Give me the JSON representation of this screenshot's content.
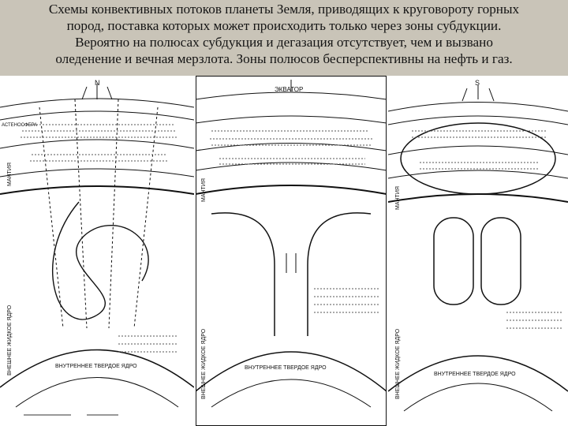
{
  "caption": {
    "lines": [
      "Схемы конвективных потоков планеты Земля, приводящих к круговороту горных",
      "пород, поставка которых может происходить только через зоны субдукции.",
      "Вероятно на полюсах субдукция и дегазация отсутствует, чем и вызвано",
      "оледенение и вечная мерзлота. Зоны полюсов бесперспективны на нефть и газ."
    ]
  },
  "panels": {
    "left": {
      "pole": "N",
      "side_labels": [
        "МАНТИЯ",
        "ВНЕШНЕЕ ЖИДКОЕ ЯДРО"
      ],
      "bottom_label": "ВНУТРЕННЕЕ ТВЕРДОЕ ЯДРО",
      "shell_label": "АСТЕНОСФЕРА"
    },
    "middle": {
      "pole": "ЭКВАТОР",
      "side_labels": [
        "МАНТИЯ",
        "ВНЕШНЕЕ ЖИДКОЕ ЯДРО"
      ],
      "bottom_label": "ВНУТРЕННЕЕ ТВЕРДОЕ ЯДРО"
    },
    "right": {
      "pole": "S",
      "side_labels": [
        "МАНТИЯ",
        "ВНЕШНЕЕ ЖИДКОЕ ЯДРО"
      ],
      "bottom_label": "ВНУТРЕННЕЕ ТВЕРДОЕ ЯДРО"
    }
  }
}
